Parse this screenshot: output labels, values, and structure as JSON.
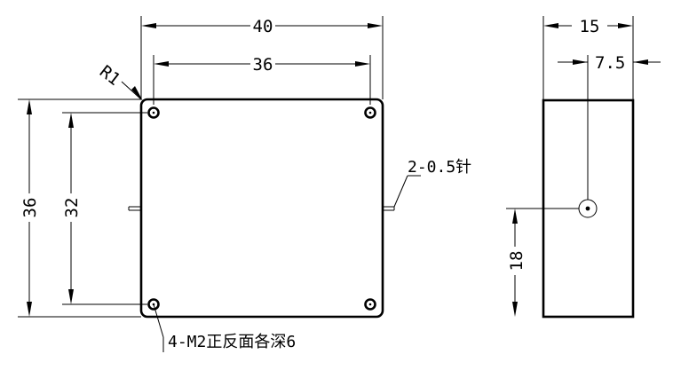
{
  "dimensions": {
    "front_width": "40",
    "hole_spacing_x": "36",
    "front_height": "36",
    "hole_spacing_y": "32",
    "corner_radius": "R1",
    "side_width": "15",
    "pin_offset_x": "7.5",
    "pin_height": "18"
  },
  "notes": {
    "pin_callout": "2-0.5针",
    "hole_callout": "4-M2正反面各深6"
  },
  "colors": {
    "line": "#000000",
    "background": "#ffffff"
  }
}
